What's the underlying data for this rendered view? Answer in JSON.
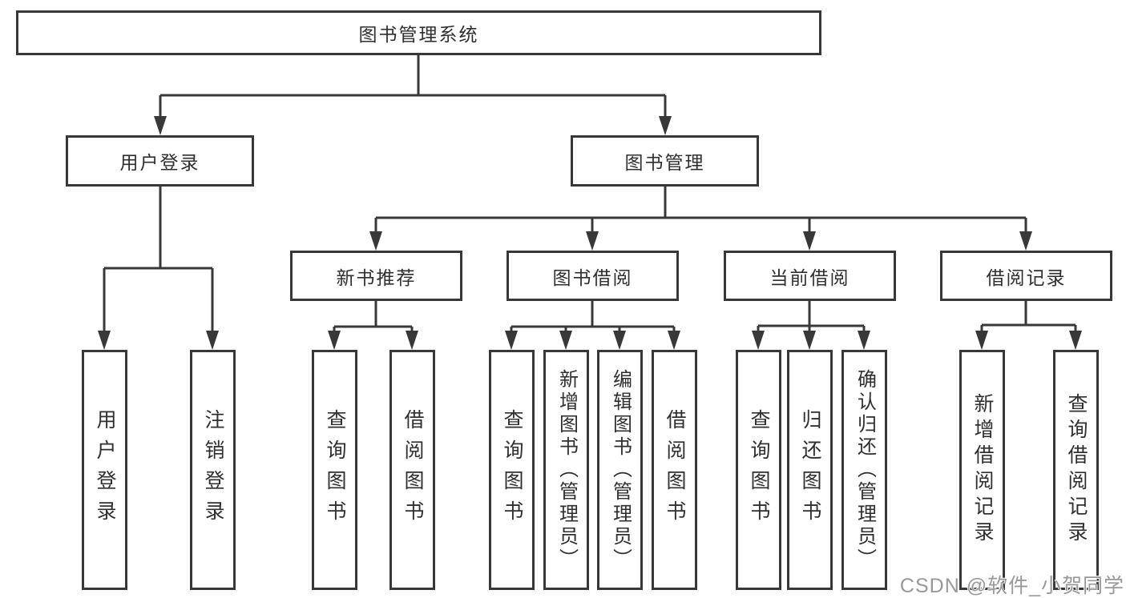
{
  "tree": {
    "root": "图书管理系统",
    "user_login": {
      "label": "用户登录",
      "children": [
        "用户登录",
        "注销登录"
      ]
    },
    "book_management": {
      "label": "图书管理",
      "children": [
        {
          "label": "新书推荐",
          "children": [
            "查询图书",
            "借阅图书"
          ]
        },
        {
          "label": "图书借阅",
          "children": [
            "查询图书",
            "新增图书（管理员）",
            "编辑图书（管理员）",
            "借阅图书"
          ]
        },
        {
          "label": "当前借阅",
          "children": [
            "查询图书",
            "归还图书",
            "确认归还（管理员）"
          ]
        },
        {
          "label": "借阅记录",
          "children": [
            "新增借阅记录",
            "查询借阅记录"
          ]
        }
      ]
    }
  },
  "watermark": {
    "text": "CSDN @软件_小贺同学"
  },
  "colors": {
    "line": "#383838",
    "text": "#2f2f2f",
    "watermark": "#999999",
    "background": "#ffffff"
  }
}
